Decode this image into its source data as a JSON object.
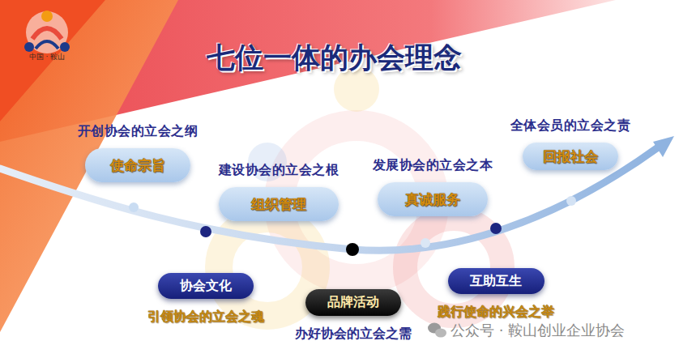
{
  "diagram": {
    "title": "七位一体的办会理念",
    "nodes": [
      {
        "text": [
          "开创协会的立会之纲",
          "使命宗旨"
        ]
      },
      {
        "text": [
          "协会文化",
          "引领协会的立会之魂"
        ]
      },
      {
        "text": [
          "建设协会的立会之根",
          "组织管理"
        ]
      },
      {
        "text": [
          "品牌活动",
          "办好协会的立会之需"
        ]
      },
      {
        "text": [
          "发展协会的立会之本",
          "真诚服务"
        ]
      },
      {
        "text": [
          "互助互生",
          "践行使命的兴会之举"
        ]
      },
      {
        "text": [
          "全体会员的立会之责",
          "回报社会"
        ]
      }
    ],
    "labels": [
      "中国 · 鞍山",
      "公众号 · 鞍山创业企业协会"
    ]
  }
}
